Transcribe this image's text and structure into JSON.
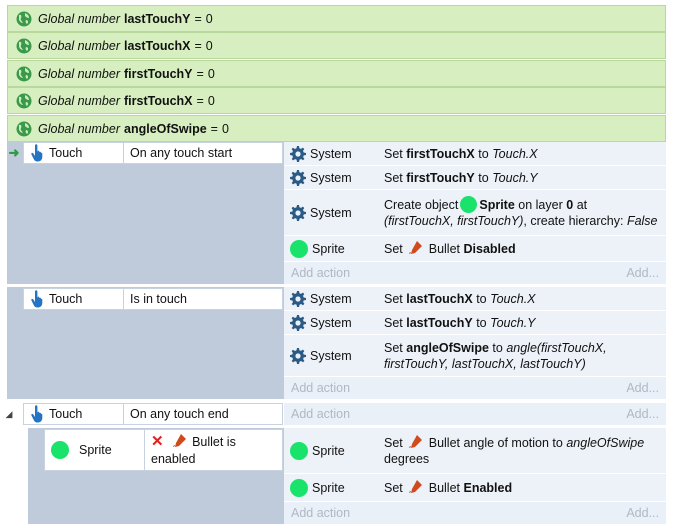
{
  "globals": [
    {
      "prefix": "Global number",
      "name": "lastTouchY",
      "eq": "=",
      "value": "0"
    },
    {
      "prefix": "Global number",
      "name": "lastTouchX",
      "eq": "=",
      "value": "0"
    },
    {
      "prefix": "Global number",
      "name": "firstTouchY",
      "eq": "=",
      "value": "0"
    },
    {
      "prefix": "Global number",
      "name": "firstTouchX",
      "eq": "=",
      "value": "0"
    },
    {
      "prefix": "Global number",
      "name": "angleOfSwipe",
      "eq": "=",
      "value": "0"
    }
  ],
  "add_action": "Add action",
  "add_more": "Add...",
  "objects": {
    "touch": "Touch",
    "system": "System",
    "sprite": "Sprite"
  },
  "ev1": {
    "condition": "On any touch start",
    "a1": {
      "pre": "Set",
      "var": "firstTouchX",
      "to": "to",
      "val": "Touch.X"
    },
    "a2": {
      "pre": "Set",
      "var": "firstTouchY",
      "to": "to",
      "val": "Touch.Y"
    },
    "a3": {
      "line1_pre": "Create object",
      "obj": "Sprite",
      "line1_mid": "on layer",
      "layer": "0",
      "line1_post": "at",
      "args": "(firstTouchX, firstTouchY)",
      "hier": ", create hierarchy:",
      "hier_val": "False"
    },
    "a4": {
      "pre": "Set",
      "beh": "Bullet",
      "state": "Disabled"
    }
  },
  "ev2": {
    "condition": "Is in touch",
    "a1": {
      "pre": "Set",
      "var": "lastTouchX",
      "to": "to",
      "val": "Touch.X"
    },
    "a2": {
      "pre": "Set",
      "var": "lastTouchY",
      "to": "to",
      "val": "Touch.Y"
    },
    "a3": {
      "pre": "Set",
      "var": "angleOfSwipe",
      "to": "to",
      "expr1": "angle(firstTouchX,",
      "expr2": "firstTouchY, lastTouchX, lastTouchY)"
    }
  },
  "ev3": {
    "condition": "On any touch end"
  },
  "ev4": {
    "condition": "Bullet is",
    "condition2": "enabled",
    "a1": {
      "pre": "Set",
      "beh": "Bullet angle of motion to",
      "val": "angleOfSwipe",
      "post": "degrees"
    },
    "a2": {
      "pre": "Set",
      "beh": "Bullet",
      "state": "Enabled"
    }
  }
}
